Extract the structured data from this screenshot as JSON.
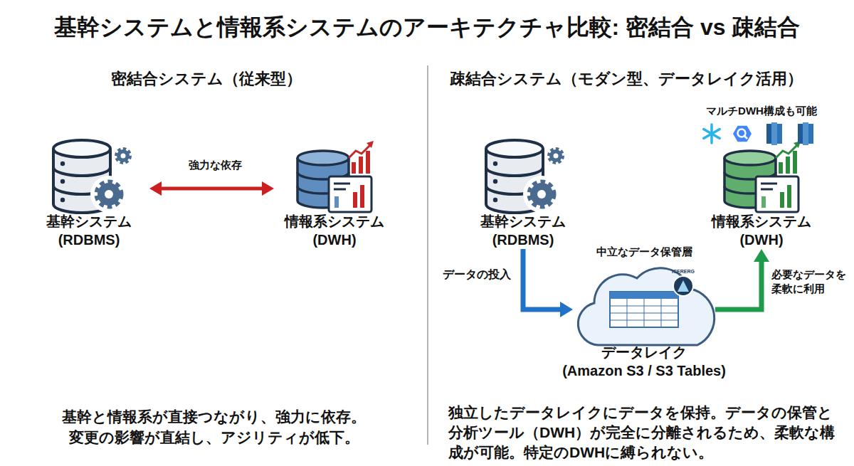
{
  "diagram": {
    "title": "基幹システムと情報系システムのアーキテクチャ比較: 密結合 vs 疎結合",
    "nodes": [
      {
        "text": [
          "基幹システム (RDBMS)"
        ]
      },
      {
        "text": [
          "情報系システム (DWH)"
        ]
      },
      {
        "text": [
          "基幹システム (RDBMS)"
        ]
      },
      {
        "text": [
          "中立なデータ保管層",
          "データレイク",
          "(Amazon S3 / S3 Tables)"
        ]
      },
      {
        "text": [
          "情報系システム (DWH)"
        ]
      }
    ],
    "edges": [
      {
        "from": 0,
        "to": 1,
        "label": "強力な依存",
        "arrow": "both"
      },
      {
        "from": 2,
        "to": 3,
        "label": "データの投入",
        "arrow": "to"
      },
      {
        "from": 3,
        "to": 4,
        "label": "必要なデータを 柔軟に利用",
        "arrow": "to"
      }
    ],
    "labels": [
      "密結合システム（従来型）",
      "疎結合システム（モダン型、データレイク活用）",
      "マルチDWH構成も可能",
      "ICERERG",
      "基幹と情報系が直接つながり、強力に依存。 変更の影響が直結し、アジリティが低下。",
      "独立したデータレイクにデータを保持。データの保管と分析ツール（DWH）が完全に分離されるため、柔軟な構成が可能。特定のDWHに縛られない。"
    ]
  }
}
